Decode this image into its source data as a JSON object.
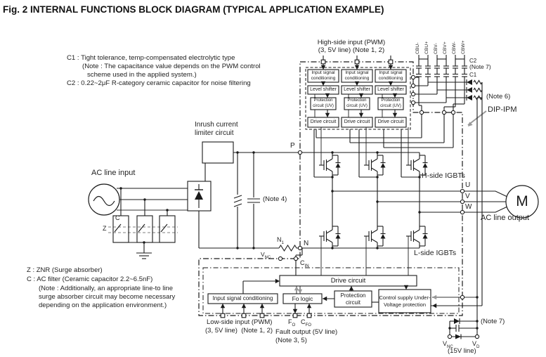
{
  "figure": {
    "title": "Fig. 2 INTERNAL FUNCTIONS BLOCK DIAGRAM (TYPICAL APPLICATION EXAMPLE)"
  },
  "notes": {
    "c1_line1": "C1 : Tight tolerance, temp-compensated electrolytic type",
    "c1_line2": "(Note : The capacitance value depends on the PWM control",
    "c1_line3": "scheme used in the applied system.)",
    "c2_line": "C2 : 0.22~2μF R-category ceramic capacitor for noise filtering",
    "z_line": "Z : ZNR (Surge absorber)",
    "c_line": "C : AC filter (Ceramic capacitor 2.2~6.5nF)",
    "c_note1": "(Note : Additionally, an appropriate line-to line",
    "c_note2": "surge absorber circuit may become necessary",
    "c_note3": "depending on the application environment.)"
  },
  "labels": {
    "high_side_1": "High-side input (PWM)",
    "high_side_2": "(3, 5V line) (Note 1, 2)",
    "low_side_1": "Low-side input (PWM)",
    "low_side_2": "(3, 5V line)  (Note 1, 2)",
    "fault_1": "Fault output (5V line)",
    "fault_2": "(Note 3, 5)",
    "dip_ipm": "DIP-IPM",
    "h_side": "H-side IGBTs",
    "l_side": "L-side IGBTs",
    "ac_in": "AC line input",
    "ac_out": "AC line output",
    "inrush_1": "Inrush current",
    "inrush_2": "limiter circuit",
    "note4": "(Note 4)",
    "note6": "(Note 6)",
    "note7_top": "(Note 7)",
    "note7_bottom": "(Note 7)",
    "v15": "(15V line)",
    "c1": "C1",
    "c2": "C2",
    "motor": "M",
    "p": "P",
    "n": "N",
    "u": "U",
    "v": "V",
    "w": "W",
    "z": "Z",
    "c": "C"
  },
  "terminals": {
    "n1": {
      "main": "N",
      "sub": "1"
    },
    "vnc_left": {
      "main": "V",
      "sub": "NC"
    },
    "cin": {
      "main": "C",
      "sub": "IN"
    },
    "fo": {
      "main": "F",
      "sub": "O"
    },
    "cfo": {
      "main": "C",
      "sub": "FO"
    },
    "vnc_bottom": {
      "main": "V",
      "sub": "NC"
    },
    "vd": {
      "main": "V",
      "sub": "D"
    }
  },
  "blocks": {
    "input_signal": "Input signal conditioning",
    "level_shifter": "Level shifter",
    "protection_uv": "Protection circuit (UV)",
    "drive": "Drive circuit",
    "drive_low": "Drive circuit",
    "input_signal_low": "Input signal conditioning",
    "fo_logic": "Fo logic",
    "protection": "Protection circuit",
    "control_supply": "Control supply Under-Voltage protection"
  },
  "bootstrap_caps": [
    "CBU-",
    "CBU+",
    "CBV-",
    "CBV+",
    "CBW-",
    "CBW+"
  ],
  "colors": {
    "line": "#1a1a1a",
    "gray": "#999999",
    "text": "#222222"
  }
}
